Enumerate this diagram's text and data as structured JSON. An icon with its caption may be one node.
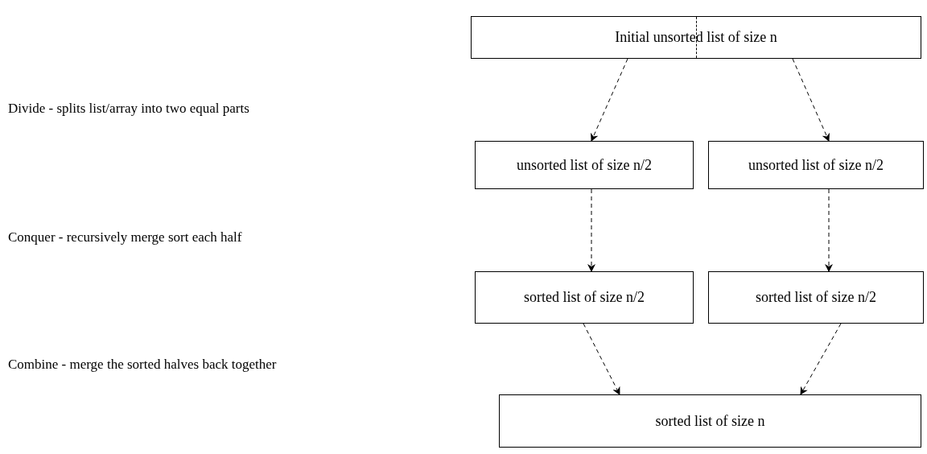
{
  "diagram": {
    "nodes": [
      {
        "text": [
          "Initial unsorted list of size n"
        ]
      },
      {
        "text": [
          "unsorted list of size n/2"
        ]
      },
      {
        "text": [
          "unsorted list of size n/2"
        ]
      },
      {
        "text": [
          "sorted list of size n/2"
        ]
      },
      {
        "text": [
          "sorted list of size n/2"
        ]
      },
      {
        "text": [
          "sorted list of size n"
        ]
      }
    ],
    "edges": [
      {
        "from": 0,
        "to": 1,
        "arrow": "to",
        "style": "dashed"
      },
      {
        "from": 0,
        "to": 2,
        "arrow": "to",
        "style": "dashed"
      },
      {
        "from": 1,
        "to": 3,
        "arrow": "to",
        "style": "dashed"
      },
      {
        "from": 2,
        "to": 4,
        "arrow": "to",
        "style": "dashed"
      },
      {
        "from": 3,
        "to": 5,
        "arrow": "to",
        "style": "dashed"
      },
      {
        "from": 4,
        "to": 5,
        "arrow": "to",
        "style": "dashed"
      }
    ],
    "labels": [
      "Divide - splits list/array into two equal parts",
      "Conquer - recursively merge sort each half",
      "Combine - merge the sorted halves back together"
    ]
  }
}
